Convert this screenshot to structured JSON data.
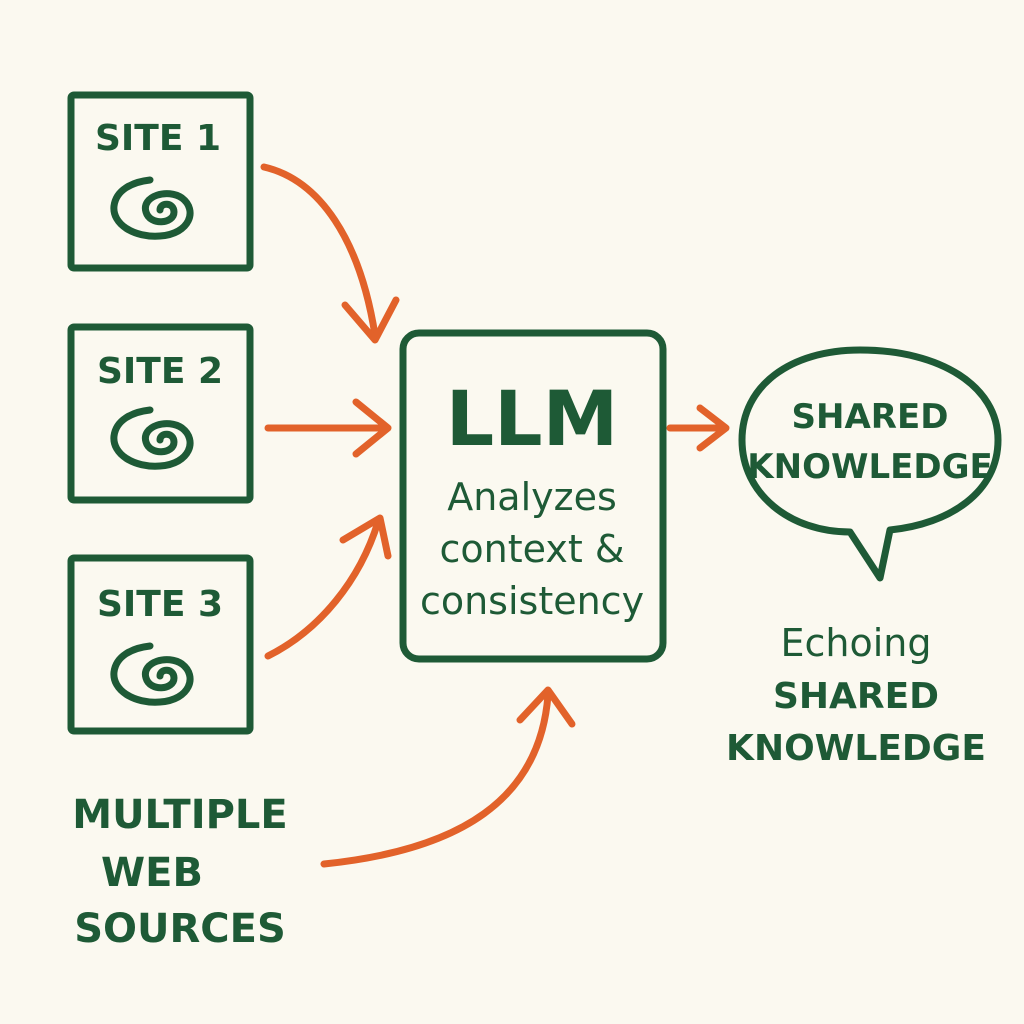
{
  "sources": [
    {
      "label": "SITE 1"
    },
    {
      "label": "SITE 2"
    },
    {
      "label": "SITE 3"
    }
  ],
  "sources_caption": [
    "MULTIPLE",
    "WEB",
    "SOURCES"
  ],
  "llm": {
    "title": "LLM",
    "description": [
      "Analyzes",
      "context &",
      "consistency"
    ]
  },
  "output_bubble": [
    "SHARED",
    "KNOWLEDGE"
  ],
  "output_caption": [
    "Echoing",
    "SHARED",
    "KNOWLEDGE"
  ],
  "colors": {
    "ink": "#1e5a36",
    "arrow": "#e2622a",
    "background": "#fbf9f0"
  },
  "icons": {
    "source": "spiral-icon"
  }
}
